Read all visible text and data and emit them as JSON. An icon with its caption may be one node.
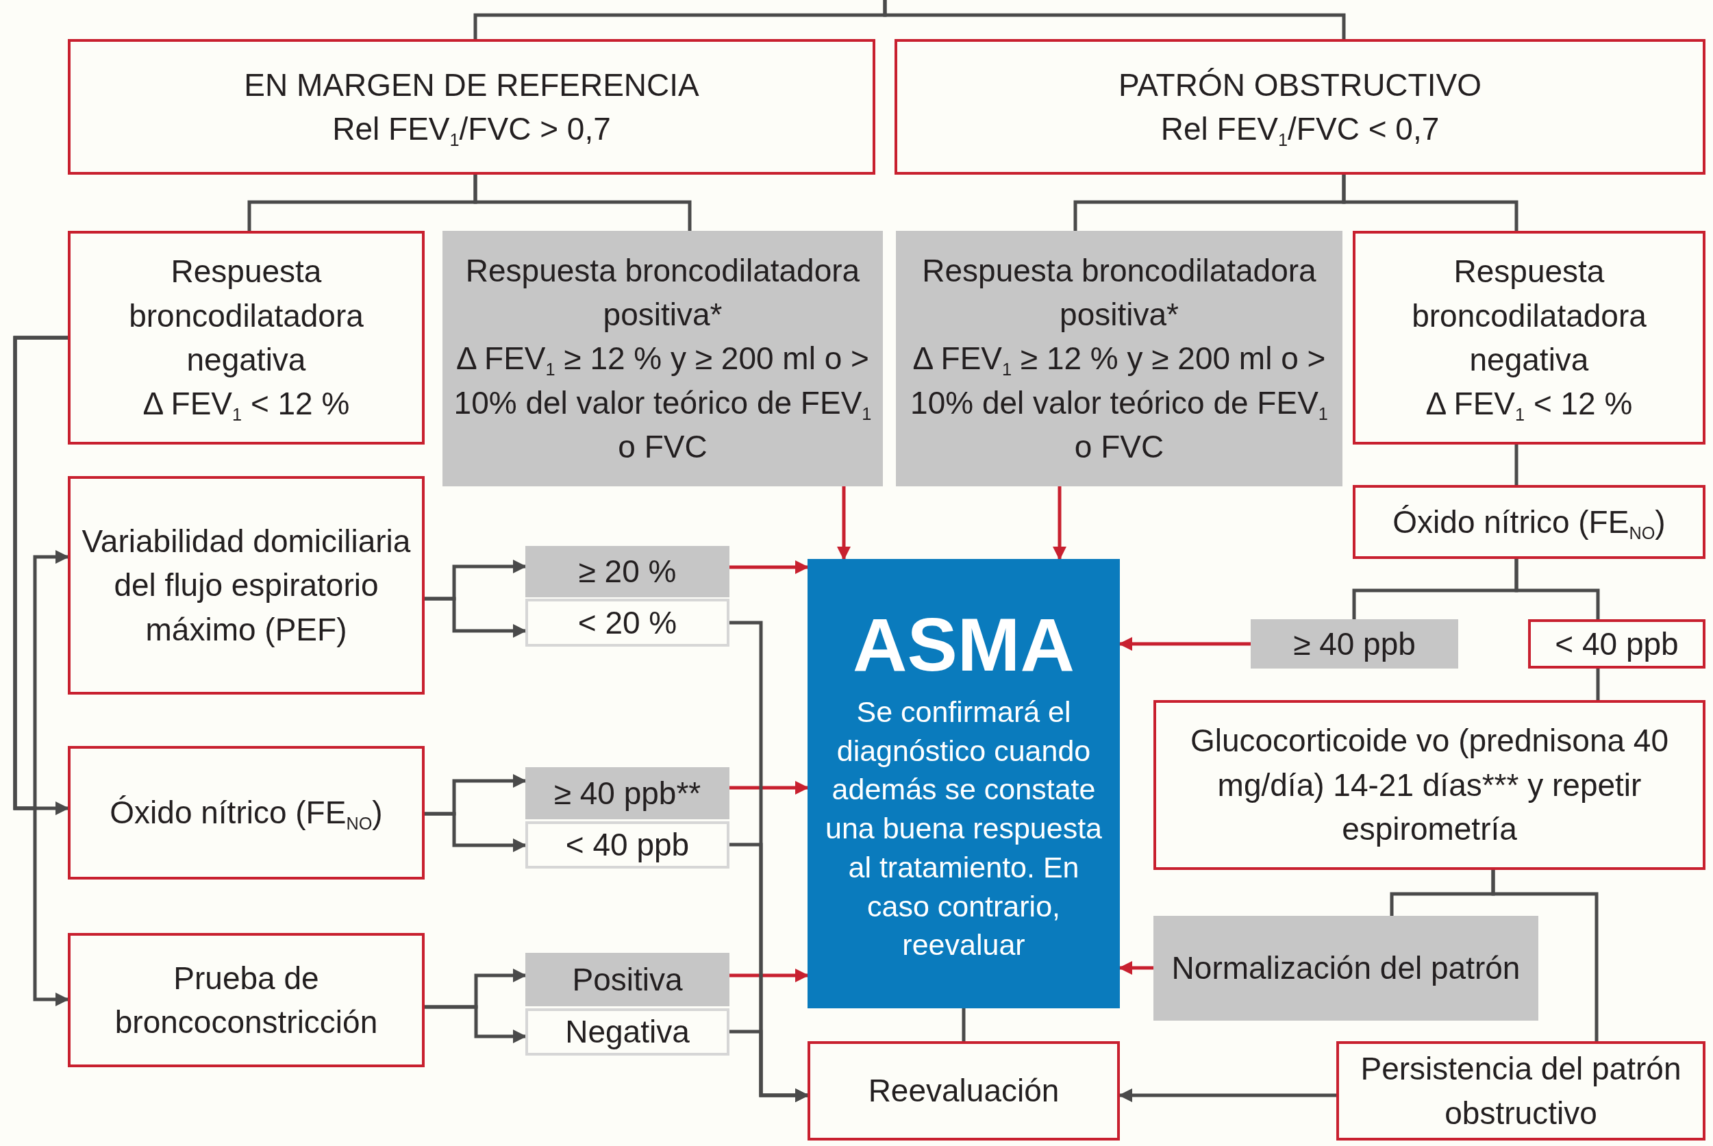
{
  "diagram": {
    "nodes": [
      {
        "text": [
          "EN MARGEN DE REFERENCIA",
          "Rel FEV$_{1}$/FVC > 0,7"
        ]
      },
      {
        "text": [
          "PATRÓN OBSTRUCTIVO",
          "Rel FEV$_{1}$/FVC < 0,7"
        ]
      },
      {
        "text": [
          "Respuesta broncodilatadora negativa",
          "Δ FEV$_{1}$ < 12 %"
        ]
      },
      {
        "text": [
          "Respuesta broncodilatadora positiva*",
          "Δ FEV$_{1}$ ≥ 12 % y ≥ 200 ml o > 10% del valor teórico de FEV$_{1}$ o FVC"
        ]
      },
      {
        "text": [
          "Respuesta broncodilatadora positiva*",
          "Δ FEV$_{1}$ ≥ 12 % y ≥ 200 ml o > 10% del valor teórico de FEV$_{1}$ o FVC"
        ]
      },
      {
        "text": [
          "Respuesta broncodilatadora negativa",
          "Δ FEV$_{1}$ < 12 %"
        ]
      },
      {
        "text": [
          "Óxido nítrico (FE$_{NO}$)"
        ]
      },
      {
        "text": [
          "Variabilidad domiciliaria del flujo espiratorio máximo (PEF)"
        ]
      },
      {
        "text": [
          "≥ 20 %"
        ]
      },
      {
        "text": [
          "< 20 %"
        ]
      },
      {
        "text": [
          "ASMA",
          "Se confirmará el diagnóstico cuando además se constate una buena respuesta al tratamiento. En caso contrario, reevaluar"
        ]
      },
      {
        "text": [
          "≥ 40 ppb"
        ]
      },
      {
        "text": [
          "< 40 ppb"
        ]
      },
      {
        "text": [
          "Óxido nítrico (FE$_{NO}$)"
        ]
      },
      {
        "text": [
          "≥ 40 ppb**"
        ]
      },
      {
        "text": [
          "< 40 ppb"
        ]
      },
      {
        "text": [
          "Glucocorticoide vo (prednisona 40 mg/día) 14-21 días*** y repetir espirometría"
        ]
      },
      {
        "text": [
          "Normalización del patrón"
        ]
      },
      {
        "text": [
          "Prueba de broncoconstricción"
        ]
      },
      {
        "text": [
          "Positiva"
        ]
      },
      {
        "text": [
          "Negativa"
        ]
      },
      {
        "text": [
          "Reevaluación"
        ]
      },
      {
        "text": [
          "Persistencia del patrón obstructivo"
        ]
      }
    ],
    "edges": [
      {
        "from": null,
        "to": 0,
        "arrow": "none"
      },
      {
        "from": null,
        "to": 1,
        "arrow": "none"
      },
      {
        "from": 0,
        "to": 2,
        "arrow": "none"
      },
      {
        "from": 0,
        "to": 3,
        "arrow": "none"
      },
      {
        "from": 1,
        "to": 4,
        "arrow": "none"
      },
      {
        "from": 1,
        "to": 5,
        "arrow": "none"
      },
      {
        "from": 2,
        "to": 7,
        "arrow": "to"
      },
      {
        "from": 2,
        "to": 13,
        "arrow": "to"
      },
      {
        "from": 2,
        "to": 18,
        "arrow": "to"
      },
      {
        "from": 7,
        "to": 8,
        "arrow": "to"
      },
      {
        "from": 7,
        "to": 9,
        "arrow": "to"
      },
      {
        "from": 13,
        "to": 14,
        "arrow": "to"
      },
      {
        "from": 13,
        "to": 15,
        "arrow": "to"
      },
      {
        "from": 18,
        "to": 19,
        "arrow": "to"
      },
      {
        "from": 18,
        "to": 20,
        "arrow": "to"
      },
      {
        "from": 3,
        "to": 10,
        "arrow": "to",
        "color": "#c8202f"
      },
      {
        "from": 4,
        "to": 10,
        "arrow": "to",
        "color": "#c8202f"
      },
      {
        "from": 8,
        "to": 10,
        "arrow": "to",
        "color": "#c8202f"
      },
      {
        "from": 14,
        "to": 10,
        "arrow": "to",
        "color": "#c8202f"
      },
      {
        "from": 19,
        "to": 10,
        "arrow": "to",
        "color": "#c8202f"
      },
      {
        "from": 11,
        "to": 10,
        "arrow": "to",
        "color": "#c8202f"
      },
      {
        "from": 17,
        "to": 10,
        "arrow": "to",
        "color": "#c8202f"
      },
      {
        "from": 9,
        "to": 21,
        "arrow": "to"
      },
      {
        "from": 15,
        "to": 21,
        "arrow": "to"
      },
      {
        "from": 20,
        "to": 21,
        "arrow": "to"
      },
      {
        "from": 10,
        "to": 21,
        "arrow": "none"
      },
      {
        "from": 22,
        "to": 21,
        "arrow": "to"
      },
      {
        "from": 5,
        "to": 6,
        "arrow": "none"
      },
      {
        "from": 6,
        "to": 11,
        "arrow": "none"
      },
      {
        "from": 6,
        "to": 12,
        "arrow": "none"
      },
      {
        "from": 12,
        "to": 16,
        "arrow": "none"
      },
      {
        "from": 16,
        "to": 17,
        "arrow": "none"
      },
      {
        "from": 16,
        "to": 22,
        "arrow": "none"
      }
    ]
  }
}
